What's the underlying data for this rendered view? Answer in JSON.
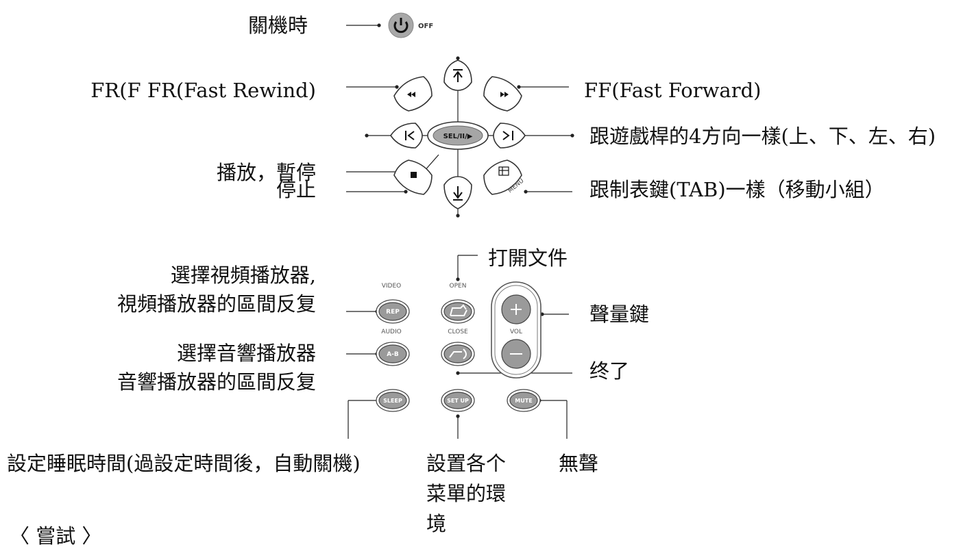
{
  "labels": {
    "power_off": "關機時",
    "rewind": "FR(F FR(Fast Rewind)",
    "forward": "FF(Fast Forward)",
    "directions": "跟遊戲桿的4方向一樣(上、下、左、右)",
    "play_pause": "播放，暫停",
    "stop": "停止",
    "tab": "跟制表鍵(TAB)一樣（移動小組）",
    "open_file": "打開文件",
    "video_line1": "選擇視頻播放器,",
    "video_line2": "視頻播放器的區間反复",
    "volume": "聲量鍵",
    "audio_line1": "選擇音響播放器",
    "audio_line2": "音響播放器的區間反复",
    "close": "终了",
    "sleep": "設定睡眠時間(過設定時間後，自動關機)",
    "setup_line1": "設置各个",
    "setup_line2": "菜單的環",
    "setup_line3": "境",
    "mute": "無聲",
    "try": "〈 嘗試 〉"
  },
  "button_text": {
    "off": "OFF",
    "sel": "SEL/II/▶",
    "menu": "MENU",
    "video": "VIDEO",
    "open": "OPEN",
    "rep": "REP",
    "audio": "AUDIO",
    "close": "CLOSE",
    "vol": "VOL",
    "ab": "A-B",
    "sleep": "SLEEP",
    "setup": "SET UP",
    "mute": "MUTE"
  },
  "icons": {
    "power": "power-icon",
    "rewind": "rewind-icon",
    "forward": "fast-forward-icon",
    "up": "up-arrow-icon",
    "down": "down-arrow-icon",
    "prev": "previous-track-icon",
    "next": "next-track-icon",
    "stop": "stop-icon",
    "menu": "menu-icon",
    "open": "folder-open-icon",
    "close": "folder-close-icon",
    "plus": "plus-icon",
    "minus": "minus-icon"
  },
  "colors": {
    "button_fill": "#9a9a9a",
    "power_fill": "#a8a8a8",
    "line": "#222222"
  }
}
